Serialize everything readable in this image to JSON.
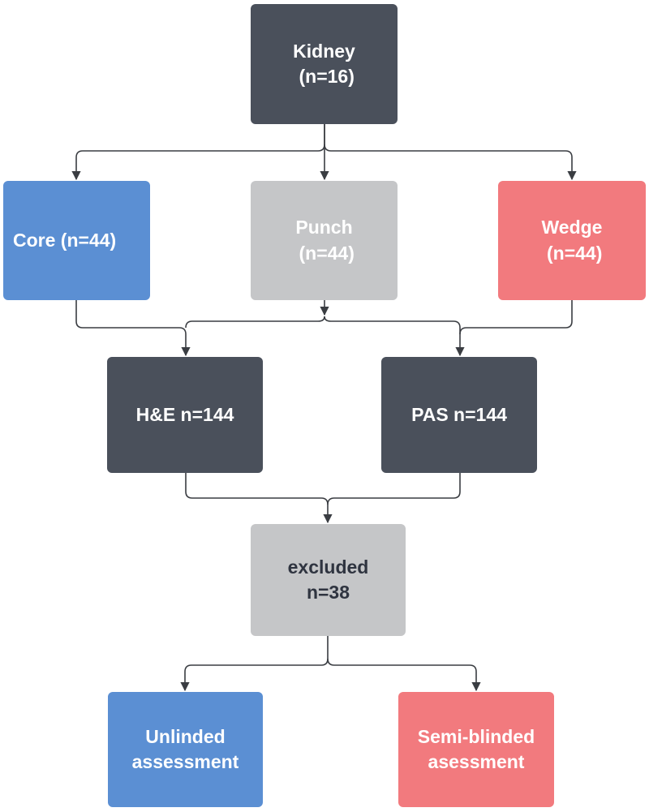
{
  "nodes": {
    "kidney": {
      "line1": "Kidney",
      "line2": " (n=16)"
    },
    "core": {
      "line1": "Core (n=44)"
    },
    "punch": {
      "line1": "Punch",
      "line2": " (n=44)"
    },
    "wedge": {
      "line1": "Wedge",
      "line2": " (n=44)"
    },
    "he": {
      "line1": "H&E n=144"
    },
    "pas": {
      "line1": "PAS n=144"
    },
    "excluded": {
      "line1": "excluded",
      "line2": "n=38"
    },
    "unblinded": {
      "line1": "Unlinded",
      "line2": "assessment"
    },
    "semi": {
      "line1": "Semi-blinded",
      "line2": "asessment"
    }
  },
  "colors": {
    "dark": "#4a505b",
    "blue": "#5b8fd3",
    "grey": "#c5c6c8",
    "red": "#f27a7e",
    "connector": "#3a3d42"
  }
}
